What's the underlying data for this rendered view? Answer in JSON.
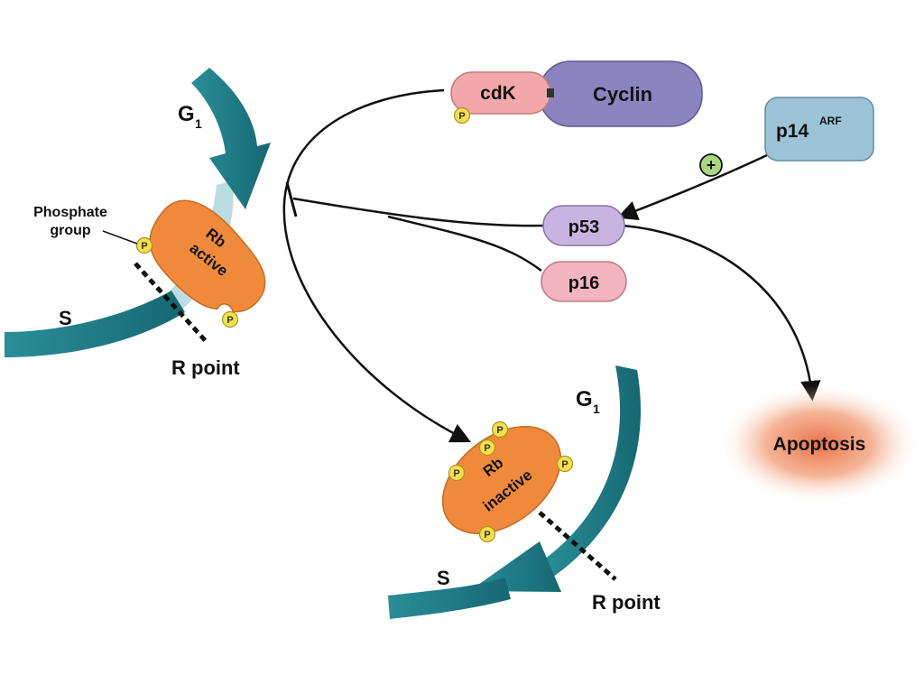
{
  "labels": {
    "g1_top": "G",
    "g1_top_sub": "1",
    "s_left": "S",
    "phosphate_line1": "Phosphate",
    "phosphate_line2": "group",
    "r_point_left": "R point",
    "rb_active_line1": "Rb",
    "rb_active_line2": "active",
    "g1_bottom": "G",
    "g1_bottom_sub": "1",
    "s_bottom": "S",
    "r_point_bottom": "R point",
    "rb_inactive_line1": "Rb",
    "rb_inactive_line2": "inactive",
    "phosphate_symbol": "P"
  },
  "nodes": {
    "cdk": "cdK",
    "cyclin": "Cyclin",
    "p14": "p14",
    "p14_sup": "ARF",
    "p53": "p53",
    "p16": "p16",
    "apoptosis": "Apoptosis",
    "plus": "+"
  },
  "colors": {
    "teal": "#1f7f8a",
    "teal_dark": "#13606a",
    "rb_orange": "#f08a3a",
    "phosphate_yellow": "#f4e04a",
    "cdk_pink": "#f2a8a8",
    "cyclin_purple": "#8c84c0",
    "p14_blue": "#9cc3d6",
    "p53_lilac": "#c8b4e0",
    "p16_pink": "#f2b4c0",
    "apoptosis": "#e46a3c",
    "plus_green": "#a8d87c"
  }
}
